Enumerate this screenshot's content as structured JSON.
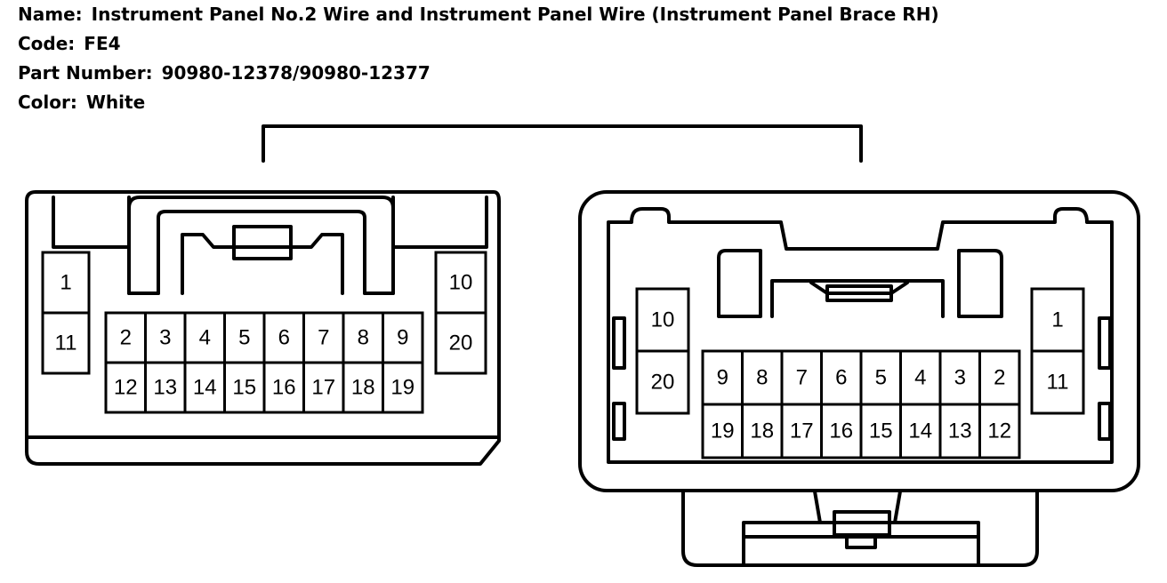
{
  "info": {
    "name_label": "Name:",
    "name_value": "Instrument Panel No.2 Wire and Instrument Panel Wire (Instrument Panel Brace RH)",
    "code_label": "Code:",
    "code_value": "FE4",
    "part_label": "Part Number:",
    "part_value": "90980-12378/90980-12377",
    "color_label": "Color:",
    "color_value": "White"
  },
  "left_connector": {
    "side_left": [
      "1",
      "11"
    ],
    "side_right": [
      "10",
      "20"
    ],
    "top_row": [
      "2",
      "3",
      "4",
      "5",
      "6",
      "7",
      "8",
      "9"
    ],
    "bottom_row": [
      "12",
      "13",
      "14",
      "15",
      "16",
      "17",
      "18",
      "19"
    ]
  },
  "right_connector": {
    "side_left": [
      "10",
      "20"
    ],
    "side_right": [
      "1",
      "11"
    ],
    "top_row": [
      "9",
      "8",
      "7",
      "6",
      "5",
      "4",
      "3",
      "2"
    ],
    "bottom_row": [
      "19",
      "18",
      "17",
      "16",
      "15",
      "14",
      "13",
      "12"
    ]
  }
}
